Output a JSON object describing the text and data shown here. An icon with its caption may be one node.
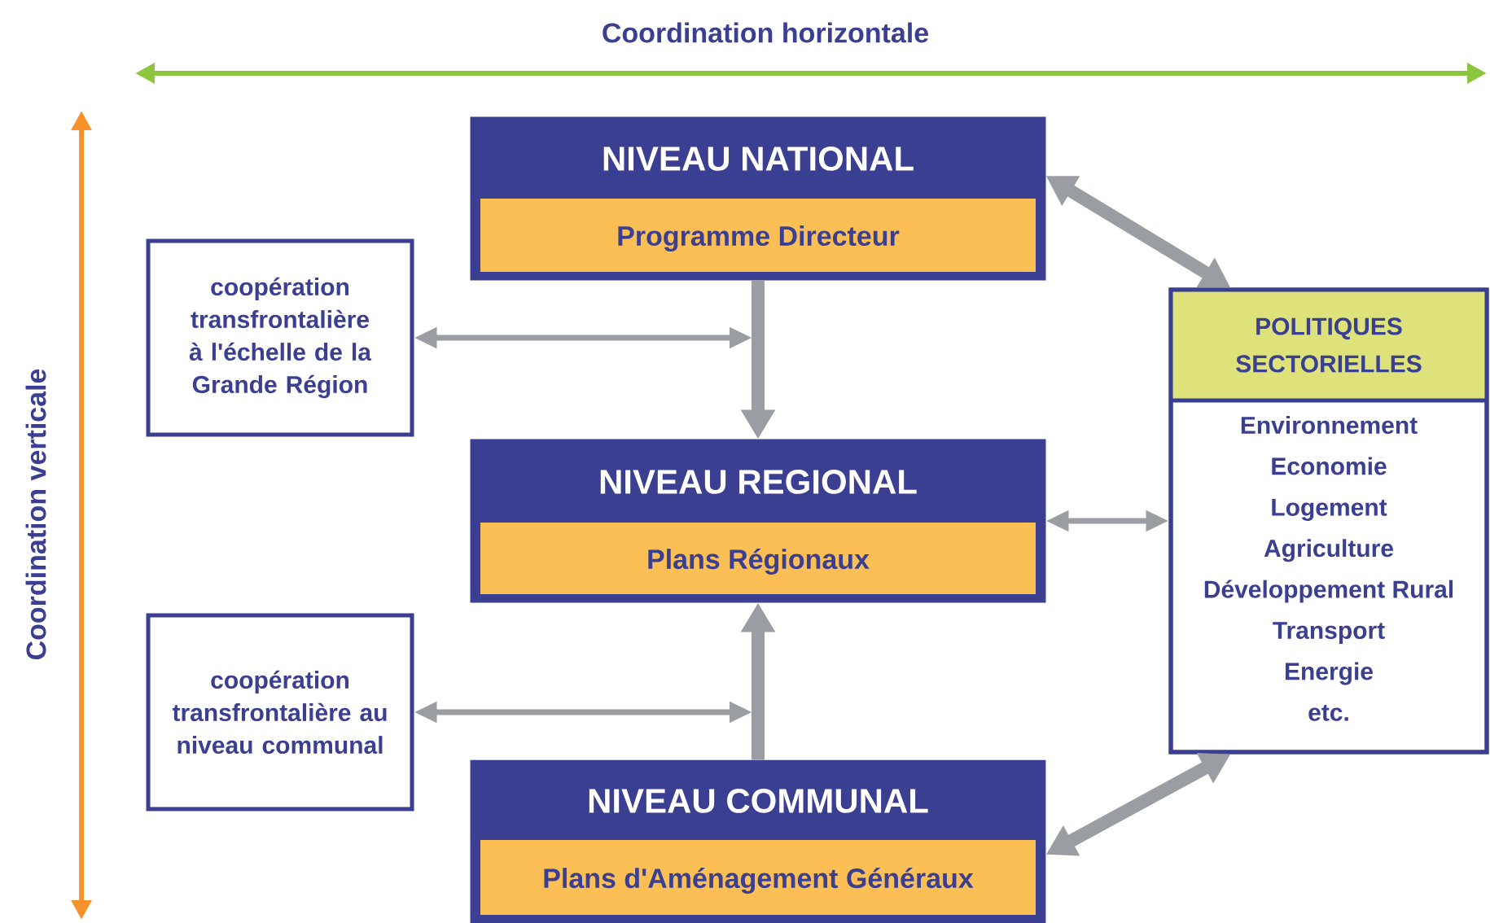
{
  "diagram": {
    "nodes": [
      {
        "text": [
          "NIVEAU NATIONAL",
          "Programme Directeur"
        ]
      },
      {
        "text": [
          "coopération transfrontalière à l'échelle de la Grande Région"
        ]
      },
      {
        "text": [
          "NIVEAU REGIONAL",
          "Plans Régionaux"
        ]
      },
      {
        "text": [
          "POLITIQUES SECTORIELLES",
          "Environnement",
          "Economie",
          "Logement",
          "Agriculture",
          "Développement Rural",
          "Transport",
          "Energie",
          "etc."
        ]
      },
      {
        "text": [
          "coopération transfrontalière au niveau communal"
        ]
      },
      {
        "text": [
          "NIVEAU COMMUNAL",
          "Plans d'Aménagement Généraux"
        ]
      }
    ],
    "edges": [
      {
        "from": 0,
        "to": 2,
        "arrow": "to"
      },
      {
        "from": 1,
        "to": null,
        "arrow": "both"
      },
      {
        "from": 0,
        "to": 3,
        "arrow": "both"
      },
      {
        "from": 2,
        "to": 3,
        "arrow": "both"
      },
      {
        "from": 5,
        "to": 2,
        "arrow": "to"
      },
      {
        "from": 4,
        "to": null,
        "arrow": "both"
      },
      {
        "from": 5,
        "to": 3,
        "arrow": "both"
      }
    ],
    "labels": [
      "Coordination horizontale",
      "Coordination verticale"
    ]
  }
}
